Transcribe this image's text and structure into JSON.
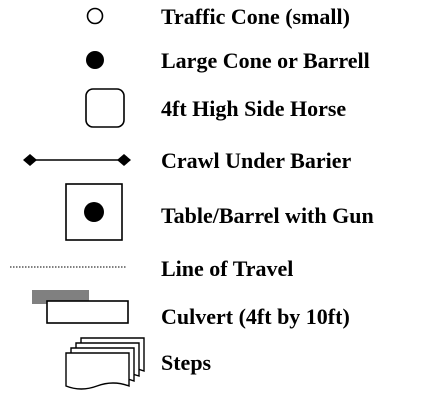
{
  "legend": {
    "items": [
      {
        "symbol": "traffic-cone-small-symbol",
        "label": "Traffic Cone (small)"
      },
      {
        "symbol": "large-cone-or-barrel-symbol",
        "label": "Large Cone or Barrell"
      },
      {
        "symbol": "side-horse-symbol",
        "label": "4ft High Side Horse"
      },
      {
        "symbol": "crawl-under-barrier-symbol",
        "label": "Crawl Under Barier"
      },
      {
        "symbol": "table-barrel-with-gun-symbol",
        "label": "Table/Barrel with Gun"
      },
      {
        "symbol": "line-of-travel-symbol",
        "label": "Line of Travel"
      },
      {
        "symbol": "culvert-symbol",
        "label": "Culvert (4ft by 10ft)"
      },
      {
        "symbol": "steps-symbol",
        "label": "Steps"
      }
    ]
  },
  "colors": {
    "ink": "#000000",
    "culvert_fill": "#808080",
    "background": "#ffffff"
  }
}
